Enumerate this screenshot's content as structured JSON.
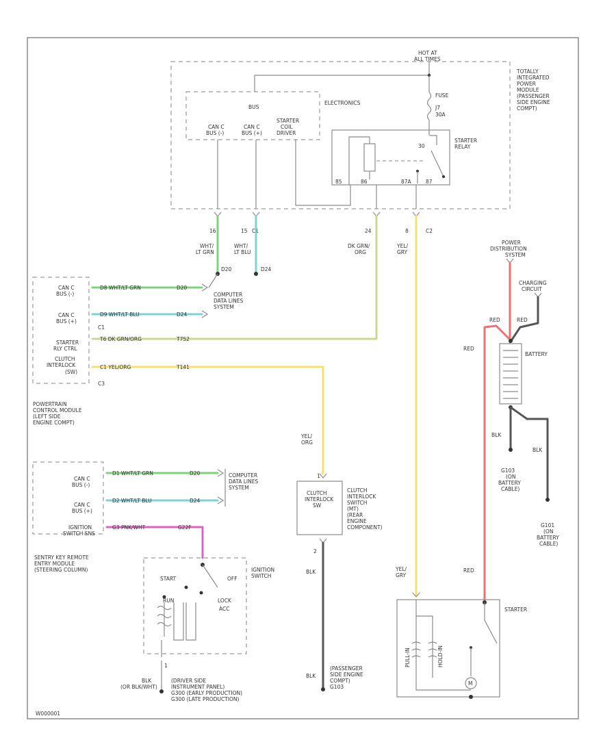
{
  "colors": {
    "gray": "#8a8a8a",
    "green": "#7fd07f",
    "blue": "#7fd0d8",
    "olive": "#c8d890",
    "yellow": "#f4e070",
    "red": "#f07070",
    "pink": "#e060c8",
    "dark": "#555555"
  },
  "tipm": {
    "hot_at": "HOT AT",
    "all_times": "ALL TIMES",
    "label": [
      "TOTALLY",
      "INTEGRATED",
      "POWER",
      "MODULE",
      "(PASSENGER",
      "SIDE ENGINE",
      "COMPT)"
    ],
    "bus": "BUS",
    "electronics": "ELECTRONICS",
    "fuse": "FUSE",
    "fuse_no": "J7",
    "fuse_amp": "30A",
    "can_bus_minus": [
      "CAN C",
      "BUS (-)"
    ],
    "can_bus_plus": [
      "CAN C",
      "BUS (+)"
    ],
    "starter_coil": [
      "STARTER",
      "COIL",
      "DRIVER"
    ],
    "starter_relay": [
      "STARTER",
      "RELAY"
    ],
    "relay_pin_top": "30",
    "relay_pin_85": "85",
    "relay_pin_86": "86",
    "relay_pin_87": "87",
    "relay_pin_87a": "87A"
  },
  "connectors": {
    "c1_pin16a": "16",
    "c1_pin15": "15",
    "c1": "C1",
    "c2_pin24": "24",
    "c2_pin8": "8",
    "c2": "C2"
  },
  "wire_labels": {
    "wht_lt_grn": [
      "WHT/",
      "LT GRN"
    ],
    "wht_lt_blu": [
      "WHT/",
      "LT BLU"
    ],
    "dk_grn_org": [
      "DK GRN/",
      "ORG"
    ],
    "yel_gry": [
      "YEL/",
      "GRY"
    ],
    "yel_org": [
      "YEL/",
      "ORG"
    ],
    "yel_gry2": [
      "YEL/",
      "GRY"
    ],
    "blk": "BLK",
    "blk_or_blk_wht": [
      "BLK",
      "(OR BLK/WHT)"
    ],
    "red": "RED",
    "red2": "RED",
    "blk_bat1": "BLK",
    "blk_bat2": "BLK",
    "s_red": "RED",
    "s_red2": "RED"
  },
  "splices": {
    "s_d20": "D20",
    "s_d24": "D24",
    "pcm_d20": "D20",
    "pcm_d24": "D24",
    "t752": "T752",
    "t141": "T141",
    "skim_d20": "D20",
    "skim_d24": "D24",
    "g22f": "G22F"
  },
  "pcm": {
    "can_minus": [
      "CAN C",
      "BUS (-)"
    ],
    "can_plus": [
      "CAN C",
      "BUS (+)"
    ],
    "starter_rly_ctrl": [
      "STARTER",
      "RLY CTRL"
    ],
    "clutch_interlock": [
      "CLUTCH",
      "INTERLOCK"
    ],
    "pin1_wire": "D8 WHT/LT GRN",
    "pin2_wire": "D9 WHT/LT BLU",
    "pin3_wire": "T6 DK GRN/ORG",
    "pin4_wire": "C1 YEL/ORG",
    "c1": "C1",
    "c3": "C3",
    "sw": "(SW)",
    "label": [
      "POWERTRAIN",
      "CONTROL MODULE",
      "(LEFT SIDE",
      "ENGINE COMPT)"
    ]
  },
  "computer_data_lines": [
    "COMPUTER",
    "DATA LINES",
    "SYSTEM"
  ],
  "skreem": {
    "can_minus": [
      "CAN C",
      "BUS (-)"
    ],
    "can_plus": [
      "CAN C",
      "BUS (+)"
    ],
    "ignition_switch_sns": [
      "IGNITION",
      "SWITCH SNS"
    ],
    "pin1_wire": "D1 WHT/LT GRN",
    "pin2_wire": "D2 WHT/LT BLU",
    "pin3_wire": "G3 PNK/WHT",
    "label": [
      "SENTRY KEY REMOTE",
      "ENTRY MODULE",
      "(STEERING COLUMN)"
    ]
  },
  "ignition": {
    "label": [
      "IGNITION",
      "SWITCH"
    ],
    "start": "START",
    "run": "RUN",
    "off": "OFF",
    "acc": "ACC",
    "lock": "LOCK",
    "pin": "1"
  },
  "ground_driver": [
    "(DRIVER SIDE",
    "INSTRUMENT PANEL)",
    "G300 (EARLY PRODUCTION)",
    "G300 (LATE PRODUCTION)"
  ],
  "clutch_switch": {
    "inner": [
      "CLUTCH",
      "INTERLOCK",
      "SW"
    ],
    "label": [
      "CLUTCH",
      "INTERLOCK",
      "SWITCH",
      "(MT)",
      "(REAR",
      "ENGINE",
      "COMPONENT)"
    ],
    "pin1": "1",
    "pin2": "2"
  },
  "ground_pass": [
    "(PASSENGER",
    "SIDE ENGINE",
    "COMPT)",
    "G103"
  ],
  "pdc": {
    "label": [
      "POWER",
      "DISTRIBUTION",
      "SYSTEM"
    ],
    "charging": [
      "CHARGING",
      "CIRCUIT"
    ]
  },
  "battery": {
    "label": "BATTERY",
    "g103_ground": [
      "G103",
      "(ON",
      "BATTERY",
      "CABLE)"
    ],
    "g101_ground": [
      "G101",
      "(ON",
      "BATTERY",
      "CABLE)"
    ]
  },
  "starter": {
    "label": "STARTER",
    "pull_in": "PULL-IN",
    "hold_in": "HOLD-IN",
    "motor": "M"
  },
  "footer": "W000001"
}
